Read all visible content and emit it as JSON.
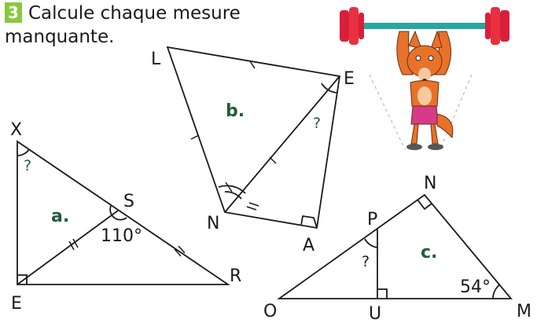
{
  "exercise": {
    "number": "3",
    "instruction_line1": "Calcule chaque mesure",
    "instruction_line2": "manquante."
  },
  "figure_a": {
    "label": "a.",
    "vertices": [
      "X",
      "S",
      "E",
      "R"
    ],
    "angle_value": "110°",
    "unknown": "?"
  },
  "figure_b": {
    "label": "b.",
    "vertices": [
      "L",
      "E",
      "N",
      "A"
    ],
    "unknown": "?"
  },
  "figure_c": {
    "label": "c.",
    "vertices": [
      "N",
      "P",
      "O",
      "U",
      "M"
    ],
    "angle_value": "54°",
    "unknown": "?"
  },
  "illustration": {
    "subject": "weightlifter-fox",
    "colors": {
      "barbell": "#d8203a",
      "bar": "#2aa6a0",
      "fur": "#e8722a",
      "shorts": "#d83a8a"
    }
  },
  "colors": {
    "badge": "#8cc63f",
    "figure_label": "#1f5e3c"
  }
}
